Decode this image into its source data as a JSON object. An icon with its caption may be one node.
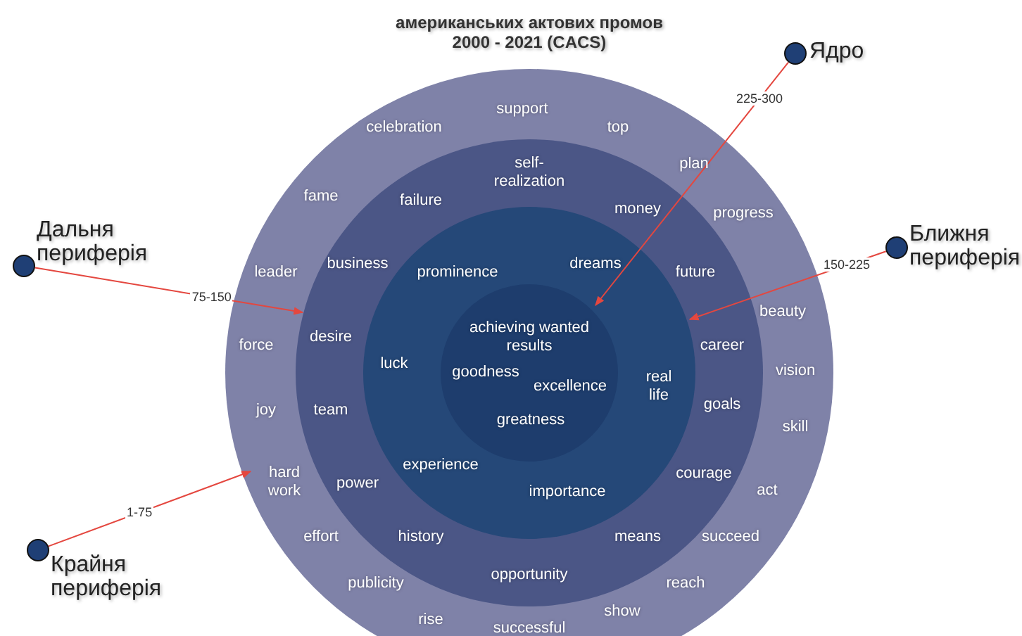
{
  "diagram": {
    "title": "американських актових промов 2000 - 2021  (CACS)",
    "nodes": [
      {
        "text": [],
        "shape": "circle"
      },
      {
        "text": [],
        "shape": "circle",
        "in": 0
      },
      {
        "text": [],
        "shape": "circle",
        "in": 1
      },
      {
        "text": [],
        "shape": "circle",
        "in": 2
      },
      {
        "text": [
          "Ядро"
        ]
      },
      {
        "text": [
          "Дальня периферія"
        ]
      },
      {
        "text": [
          "Ближня периферія"
        ]
      },
      {
        "text": [
          "Крайня периферія"
        ]
      }
    ],
    "edges": [
      {
        "from": 4,
        "to": 3,
        "arrow": "to",
        "label": "225-300"
      },
      {
        "from": 5,
        "to": 1,
        "arrow": "to",
        "label": "75-150"
      },
      {
        "from": 6,
        "to": 2,
        "arrow": "to",
        "label": "150-225"
      },
      {
        "from": 7,
        "to": 0,
        "arrow": "to",
        "label": "1-75"
      }
    ],
    "labels": [
      "support",
      "celebration",
      "top",
      "plan",
      "fame",
      "progress",
      "leader",
      "beauty",
      "force",
      "vision",
      "joy",
      "skill",
      "hard work",
      "act",
      "effort",
      "succeed",
      "publicity",
      "reach",
      "rise",
      "show",
      "successful",
      "self-realization",
      "failure",
      "money",
      "business",
      "future",
      "desire",
      "career",
      "team",
      "goals",
      "power",
      "courage",
      "history",
      "means",
      "opportunity",
      "prominence",
      "dreams",
      "luck",
      "real life",
      "experience",
      "importance",
      "achieving wanted results",
      "goodness",
      "excellence",
      "greatness"
    ]
  }
}
